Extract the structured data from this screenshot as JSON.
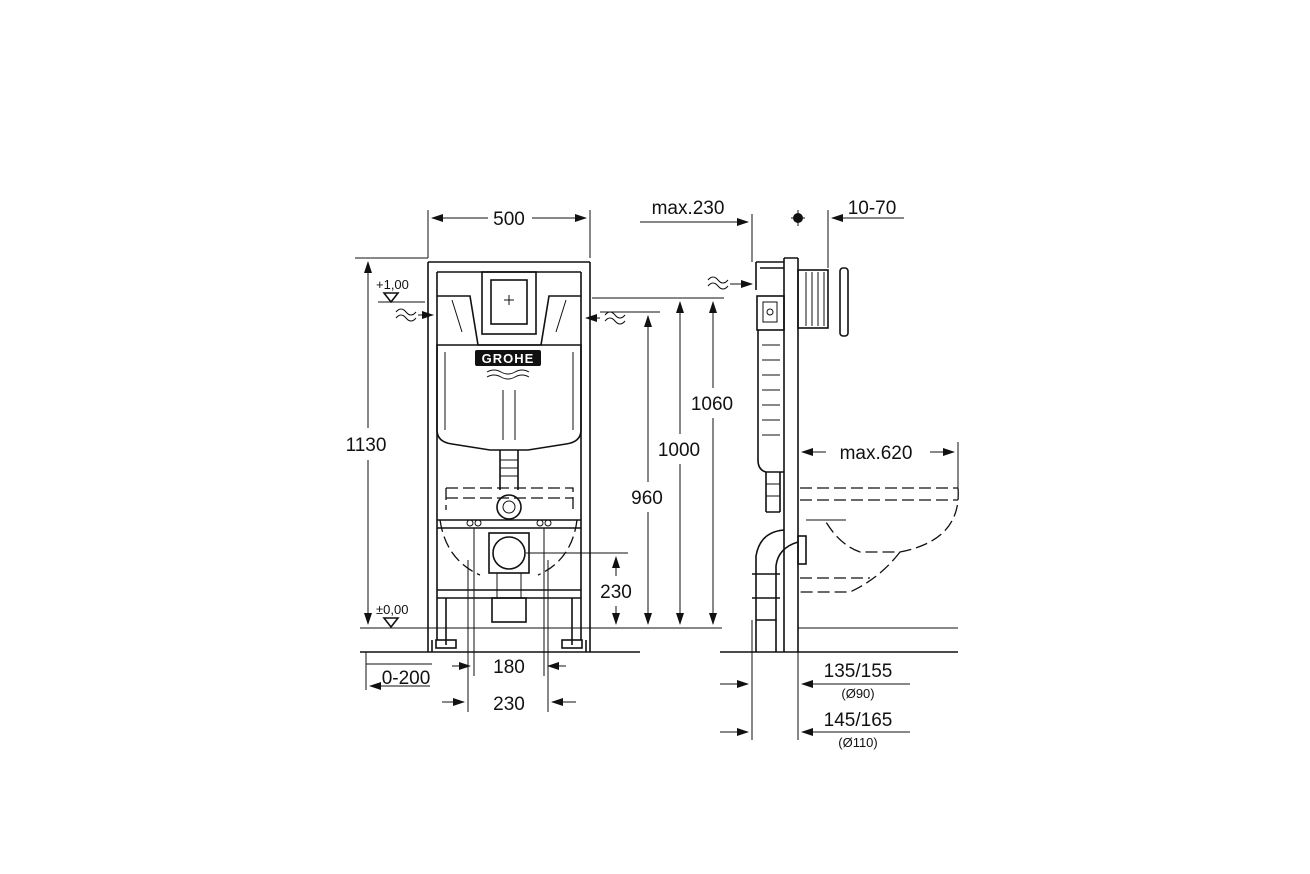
{
  "front_view": {
    "width_top": "500",
    "height_total": "1130",
    "level_upper": "+1,00",
    "level_zero": "±0,00",
    "height_1060": "1060",
    "height_1000": "1000",
    "height_960": "960",
    "height_230": "230",
    "spacing_180": "180",
    "spacing_230": "230",
    "leg_adjust": "0-200",
    "brand_logo": "GROHE"
  },
  "side_view": {
    "max_230": "max.230",
    "range_10_70": "10-70",
    "max_620": "max.620",
    "dim_135_155": "135/155",
    "dia_90": "(Ø90)",
    "dim_145_165": "145/165",
    "dia_110": "(Ø110)"
  },
  "icons": {
    "arrow": "arrow-head-icon",
    "level_marker": "level-triangle-icon",
    "water_supply": "water-inlet-icon",
    "centerline": "centerline-symbol-icon"
  }
}
